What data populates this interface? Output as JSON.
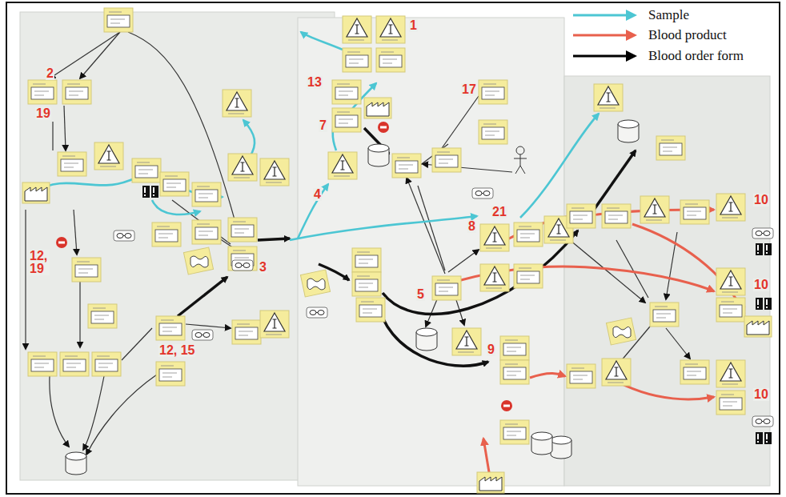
{
  "diagram": {
    "labels": [
      "1",
      "2",
      "13",
      "17",
      "19",
      "7",
      "4",
      "10",
      "21",
      "8",
      "12, 19",
      "3",
      "10",
      "5",
      "9",
      "12, 15",
      "10"
    ],
    "legend": [
      {
        "text": "Sample",
        "color": "#4cc6d3"
      },
      {
        "text": "Blood product",
        "color": "#e8604d"
      },
      {
        "text": "Blood order form",
        "color": "#000000"
      }
    ]
  }
}
